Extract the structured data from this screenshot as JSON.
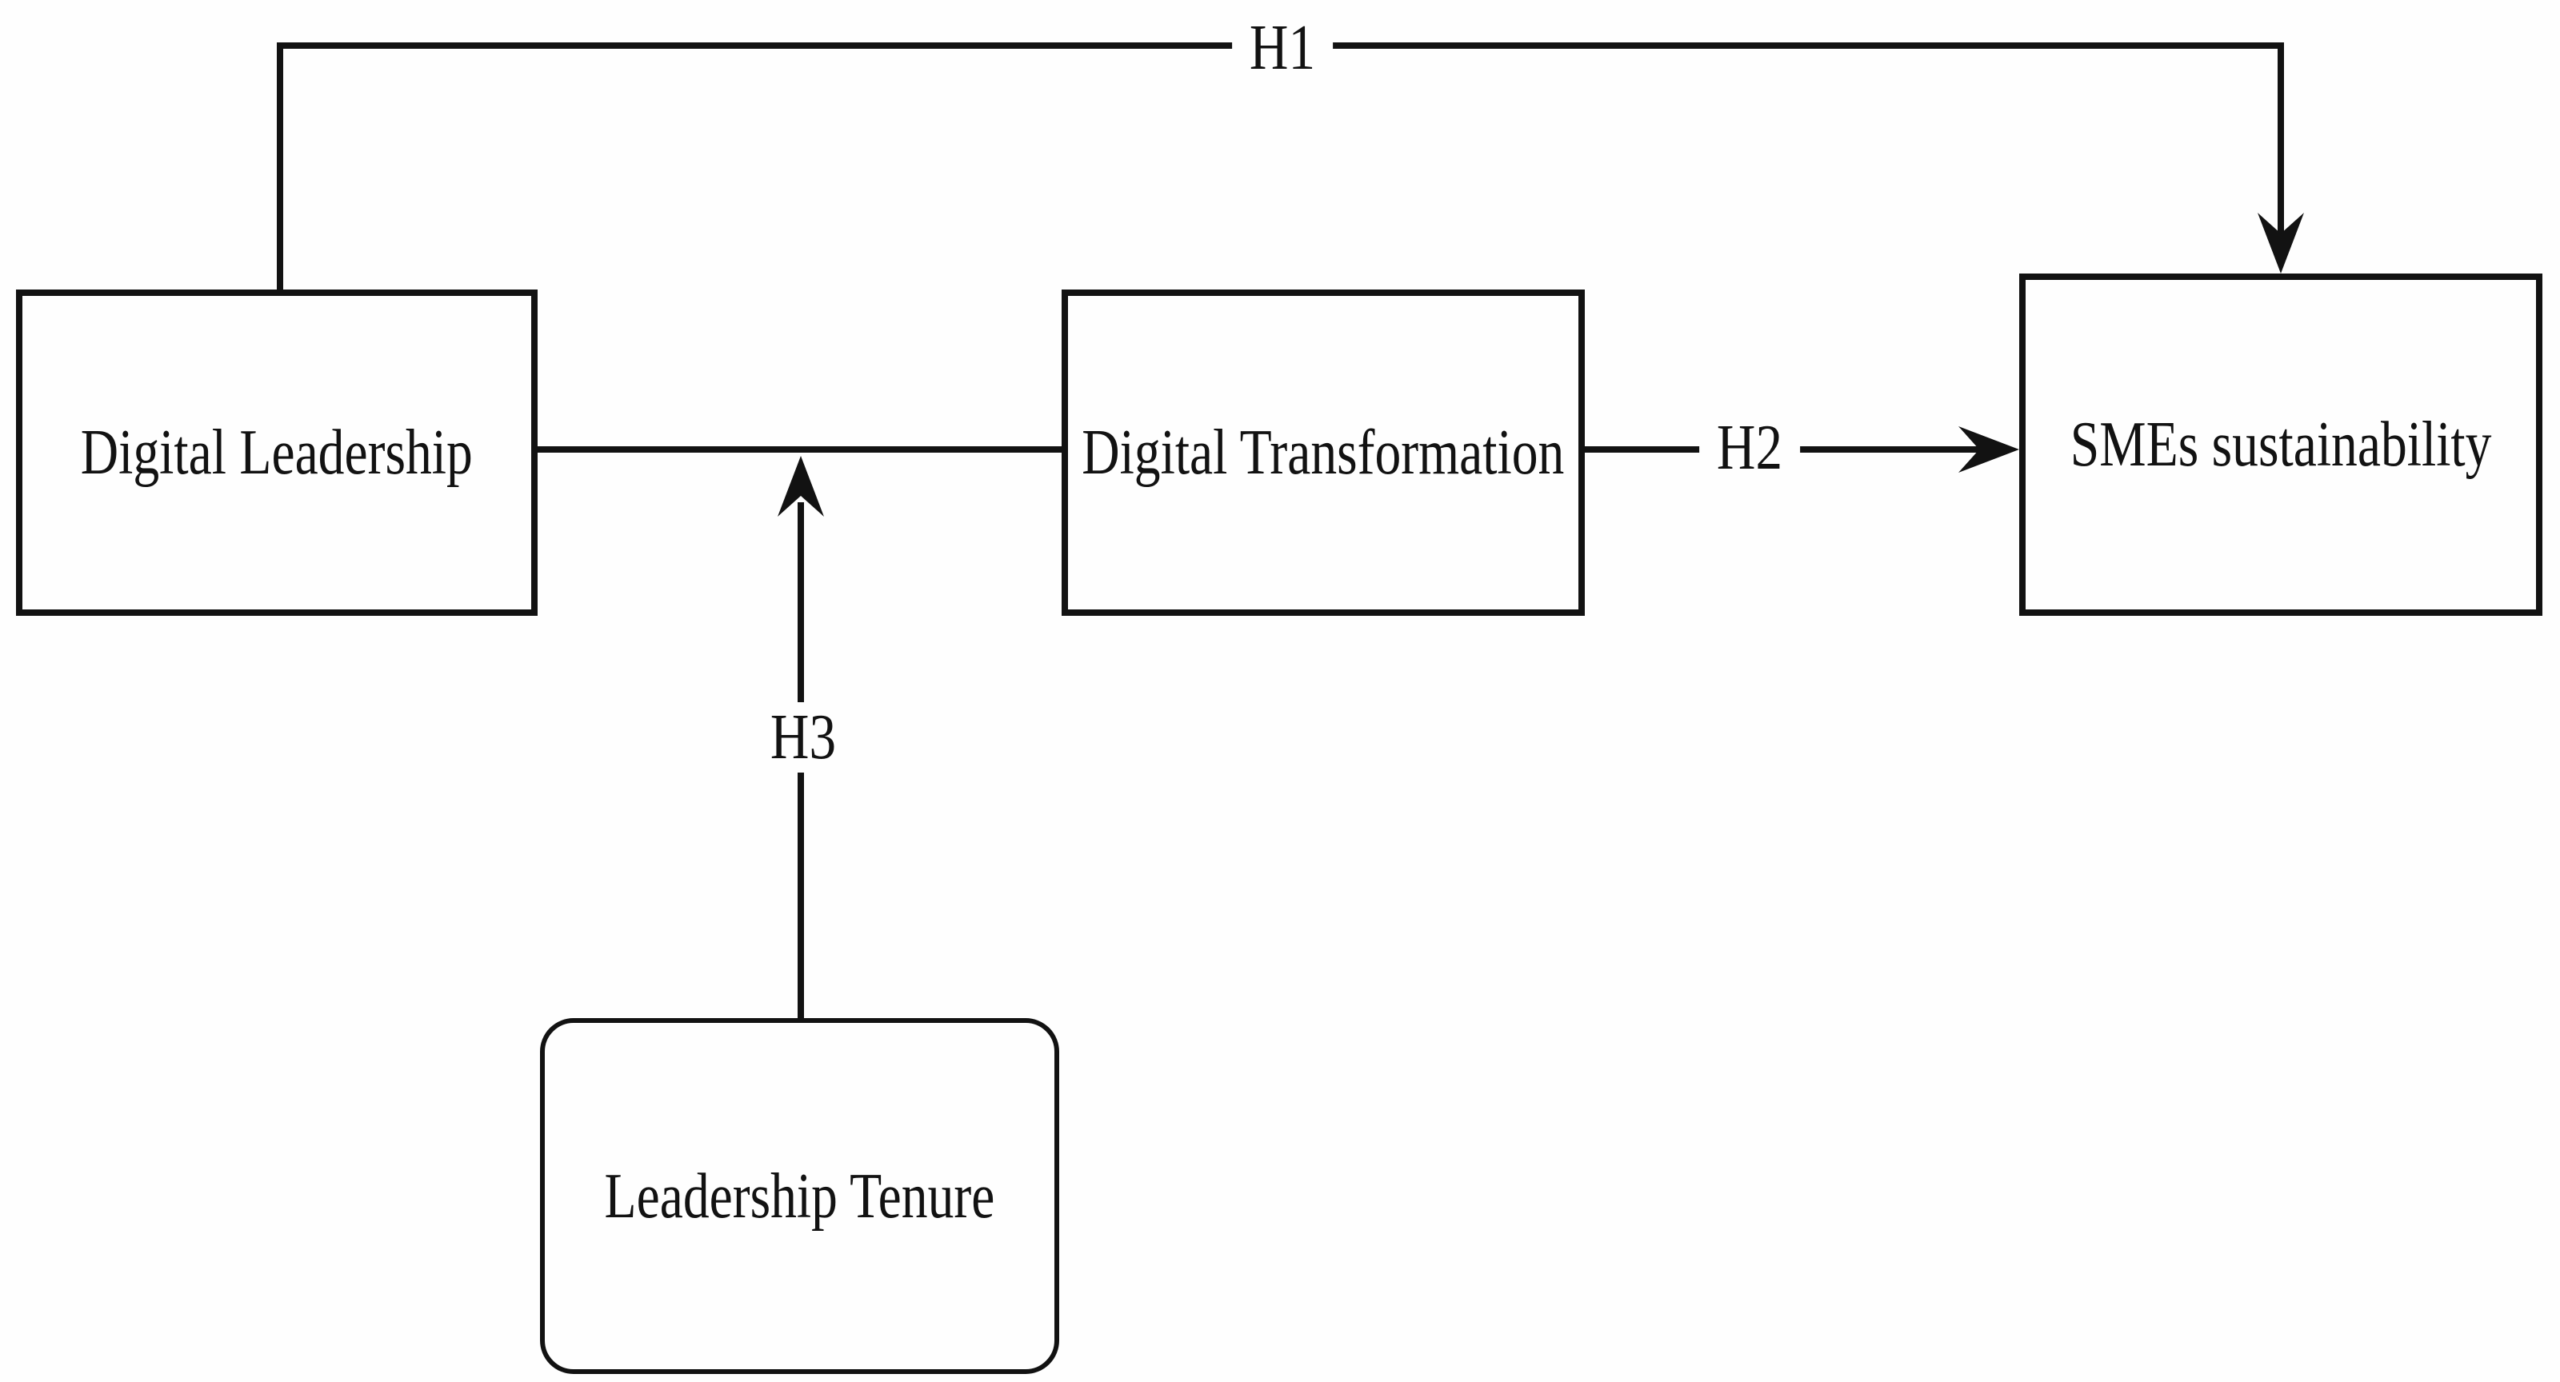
{
  "figure": {
    "colors": {
      "ink": "#121212",
      "background": "#fefefe"
    },
    "boxes": [
      {
        "id": "digital-leadership",
        "shape": "rectangle",
        "label": "Digital Leadership"
      },
      {
        "id": "digital-transformation",
        "shape": "rectangle",
        "label": "Digital Transformation"
      },
      {
        "id": "smes-sustainability",
        "shape": "rectangle",
        "label": "SMEs sustainability"
      },
      {
        "id": "leadership-tenure",
        "shape": "rounded-rectangle",
        "label": "Leadership Tenure"
      }
    ],
    "hypothesis_labels": [
      {
        "id": "h1",
        "label": "H1"
      },
      {
        "id": "h2",
        "label": "H2"
      },
      {
        "id": "h3",
        "label": "H3"
      }
    ],
    "edges": [
      {
        "label": "H1",
        "from": "Digital Leadership",
        "to": "SMEs sustainability",
        "style": "elbow-top, arrow into top of SMEs sustainability"
      },
      {
        "label": "H2",
        "from": "Digital Transformation",
        "to": "SMEs sustainability",
        "style": "straight horizontal arrow"
      },
      {
        "label": "H3",
        "from": "Leadership Tenure",
        "to": "Digital Leadership–Digital Transformation link",
        "style": "vertical arrow up to the connecting line (moderation)"
      }
    ]
  }
}
